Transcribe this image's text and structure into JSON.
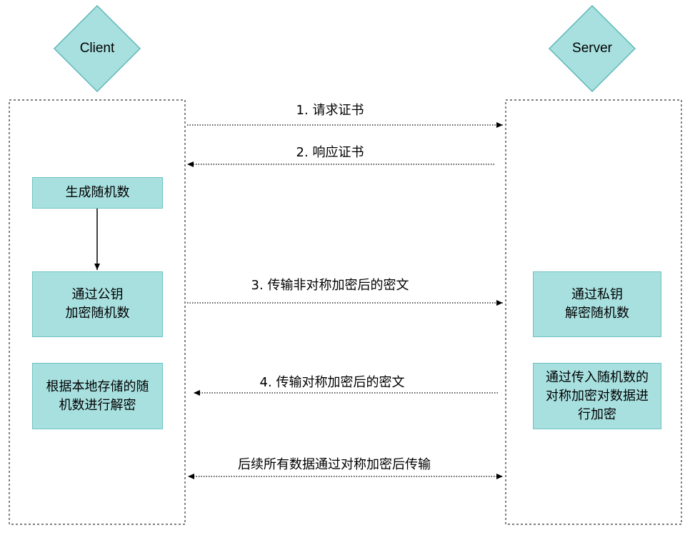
{
  "actors": {
    "client": "Client",
    "server": "Server"
  },
  "client_steps": [
    "生成随机数",
    "通过公钥\n加密随机数",
    "根据本地存储的随\n机数进行解密"
  ],
  "server_steps": [
    "通过私钥\n解密随机数",
    "通过传入随机数的\n对称加密对数据进\n行加密"
  ],
  "messages": [
    {
      "label": "1. 请求证书",
      "direction": "client-to-server"
    },
    {
      "label": "2. 响应证书",
      "direction": "server-to-client"
    },
    {
      "label": "3. 传输非对称加密后的密文",
      "direction": "client-to-server"
    },
    {
      "label": "4. 传输对称加密后的密文",
      "direction": "server-to-client"
    },
    {
      "label": "后续所有数据通过对称加密后传输",
      "direction": "bidirectional"
    }
  ],
  "colors": {
    "actor_fill": "#a8e0e0",
    "actor_stroke": "#5fb6b6",
    "step_fill": "#a8e0e0",
    "step_stroke": "#6fc2c2",
    "line": "#000000"
  }
}
